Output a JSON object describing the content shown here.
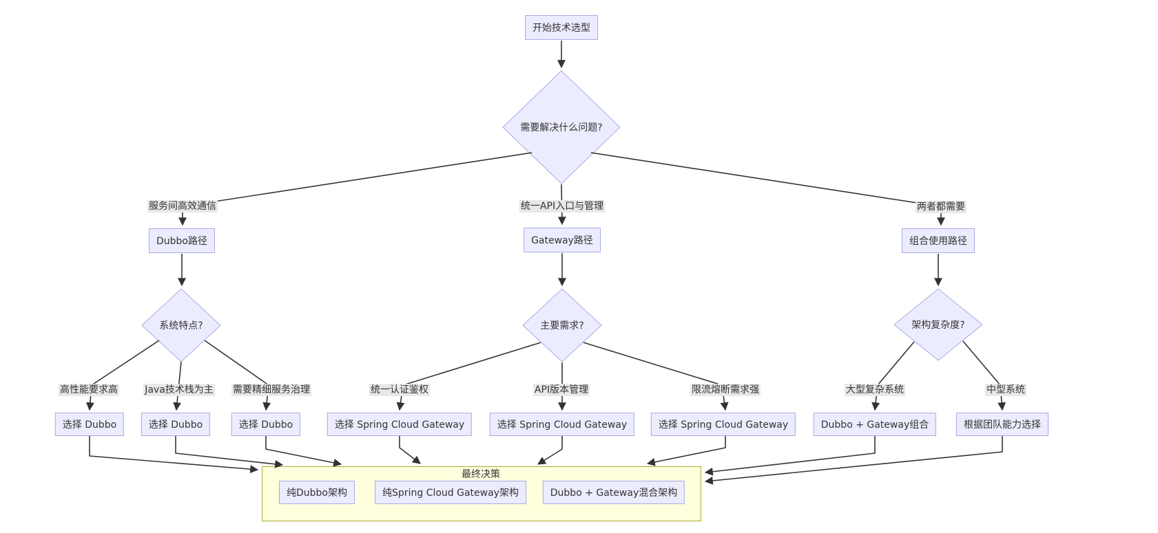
{
  "flowchart": {
    "start": {
      "label": "开始技术选型"
    },
    "root_question": {
      "label": "需要解决什么问题?"
    },
    "branches": {
      "dubbo": {
        "edge_label": "服务间高效通信",
        "path_node": {
          "label": "Dubbo路径"
        },
        "question": {
          "label": "系统特点?"
        },
        "cases": [
          {
            "condition": "高性能要求高",
            "result": "选择 Dubbo"
          },
          {
            "condition": "Java技术栈为主",
            "result": "选择 Dubbo"
          },
          {
            "condition": "需要精细服务治理",
            "result": "选择 Dubbo"
          }
        ]
      },
      "gateway": {
        "edge_label": "统一API入口与管理",
        "path_node": {
          "label": "Gateway路径"
        },
        "question": {
          "label": "主要需求?"
        },
        "cases": [
          {
            "condition": "统一认证鉴权",
            "result": "选择 Spring Cloud Gateway"
          },
          {
            "condition": "API版本管理",
            "result": "选择 Spring Cloud Gateway"
          },
          {
            "condition": "限流熔断需求强",
            "result": "选择 Spring Cloud Gateway"
          }
        ]
      },
      "combined": {
        "edge_label": "两者都需要",
        "path_node": {
          "label": "组合使用路径"
        },
        "question": {
          "label": "架构复杂度?"
        },
        "cases": [
          {
            "condition": "大型复杂系统",
            "result": "Dubbo + Gateway组合"
          },
          {
            "condition": "中型系统",
            "result": "根据团队能力选择"
          }
        ]
      }
    },
    "final_cluster": {
      "title": "最终决策",
      "options": [
        "纯Dubbo架构",
        "纯Spring Cloud Gateway架构",
        "Dubbo + Gateway混合架构"
      ]
    }
  },
  "colors": {
    "node_fill": "#ECECFF",
    "node_border": "#A9A9E3",
    "cluster_fill": "#FFFFDE",
    "cluster_border": "#AAAA33",
    "edge_label_bg": "#E8E8E8",
    "edge_stroke": "#333333",
    "text": "#333333"
  }
}
